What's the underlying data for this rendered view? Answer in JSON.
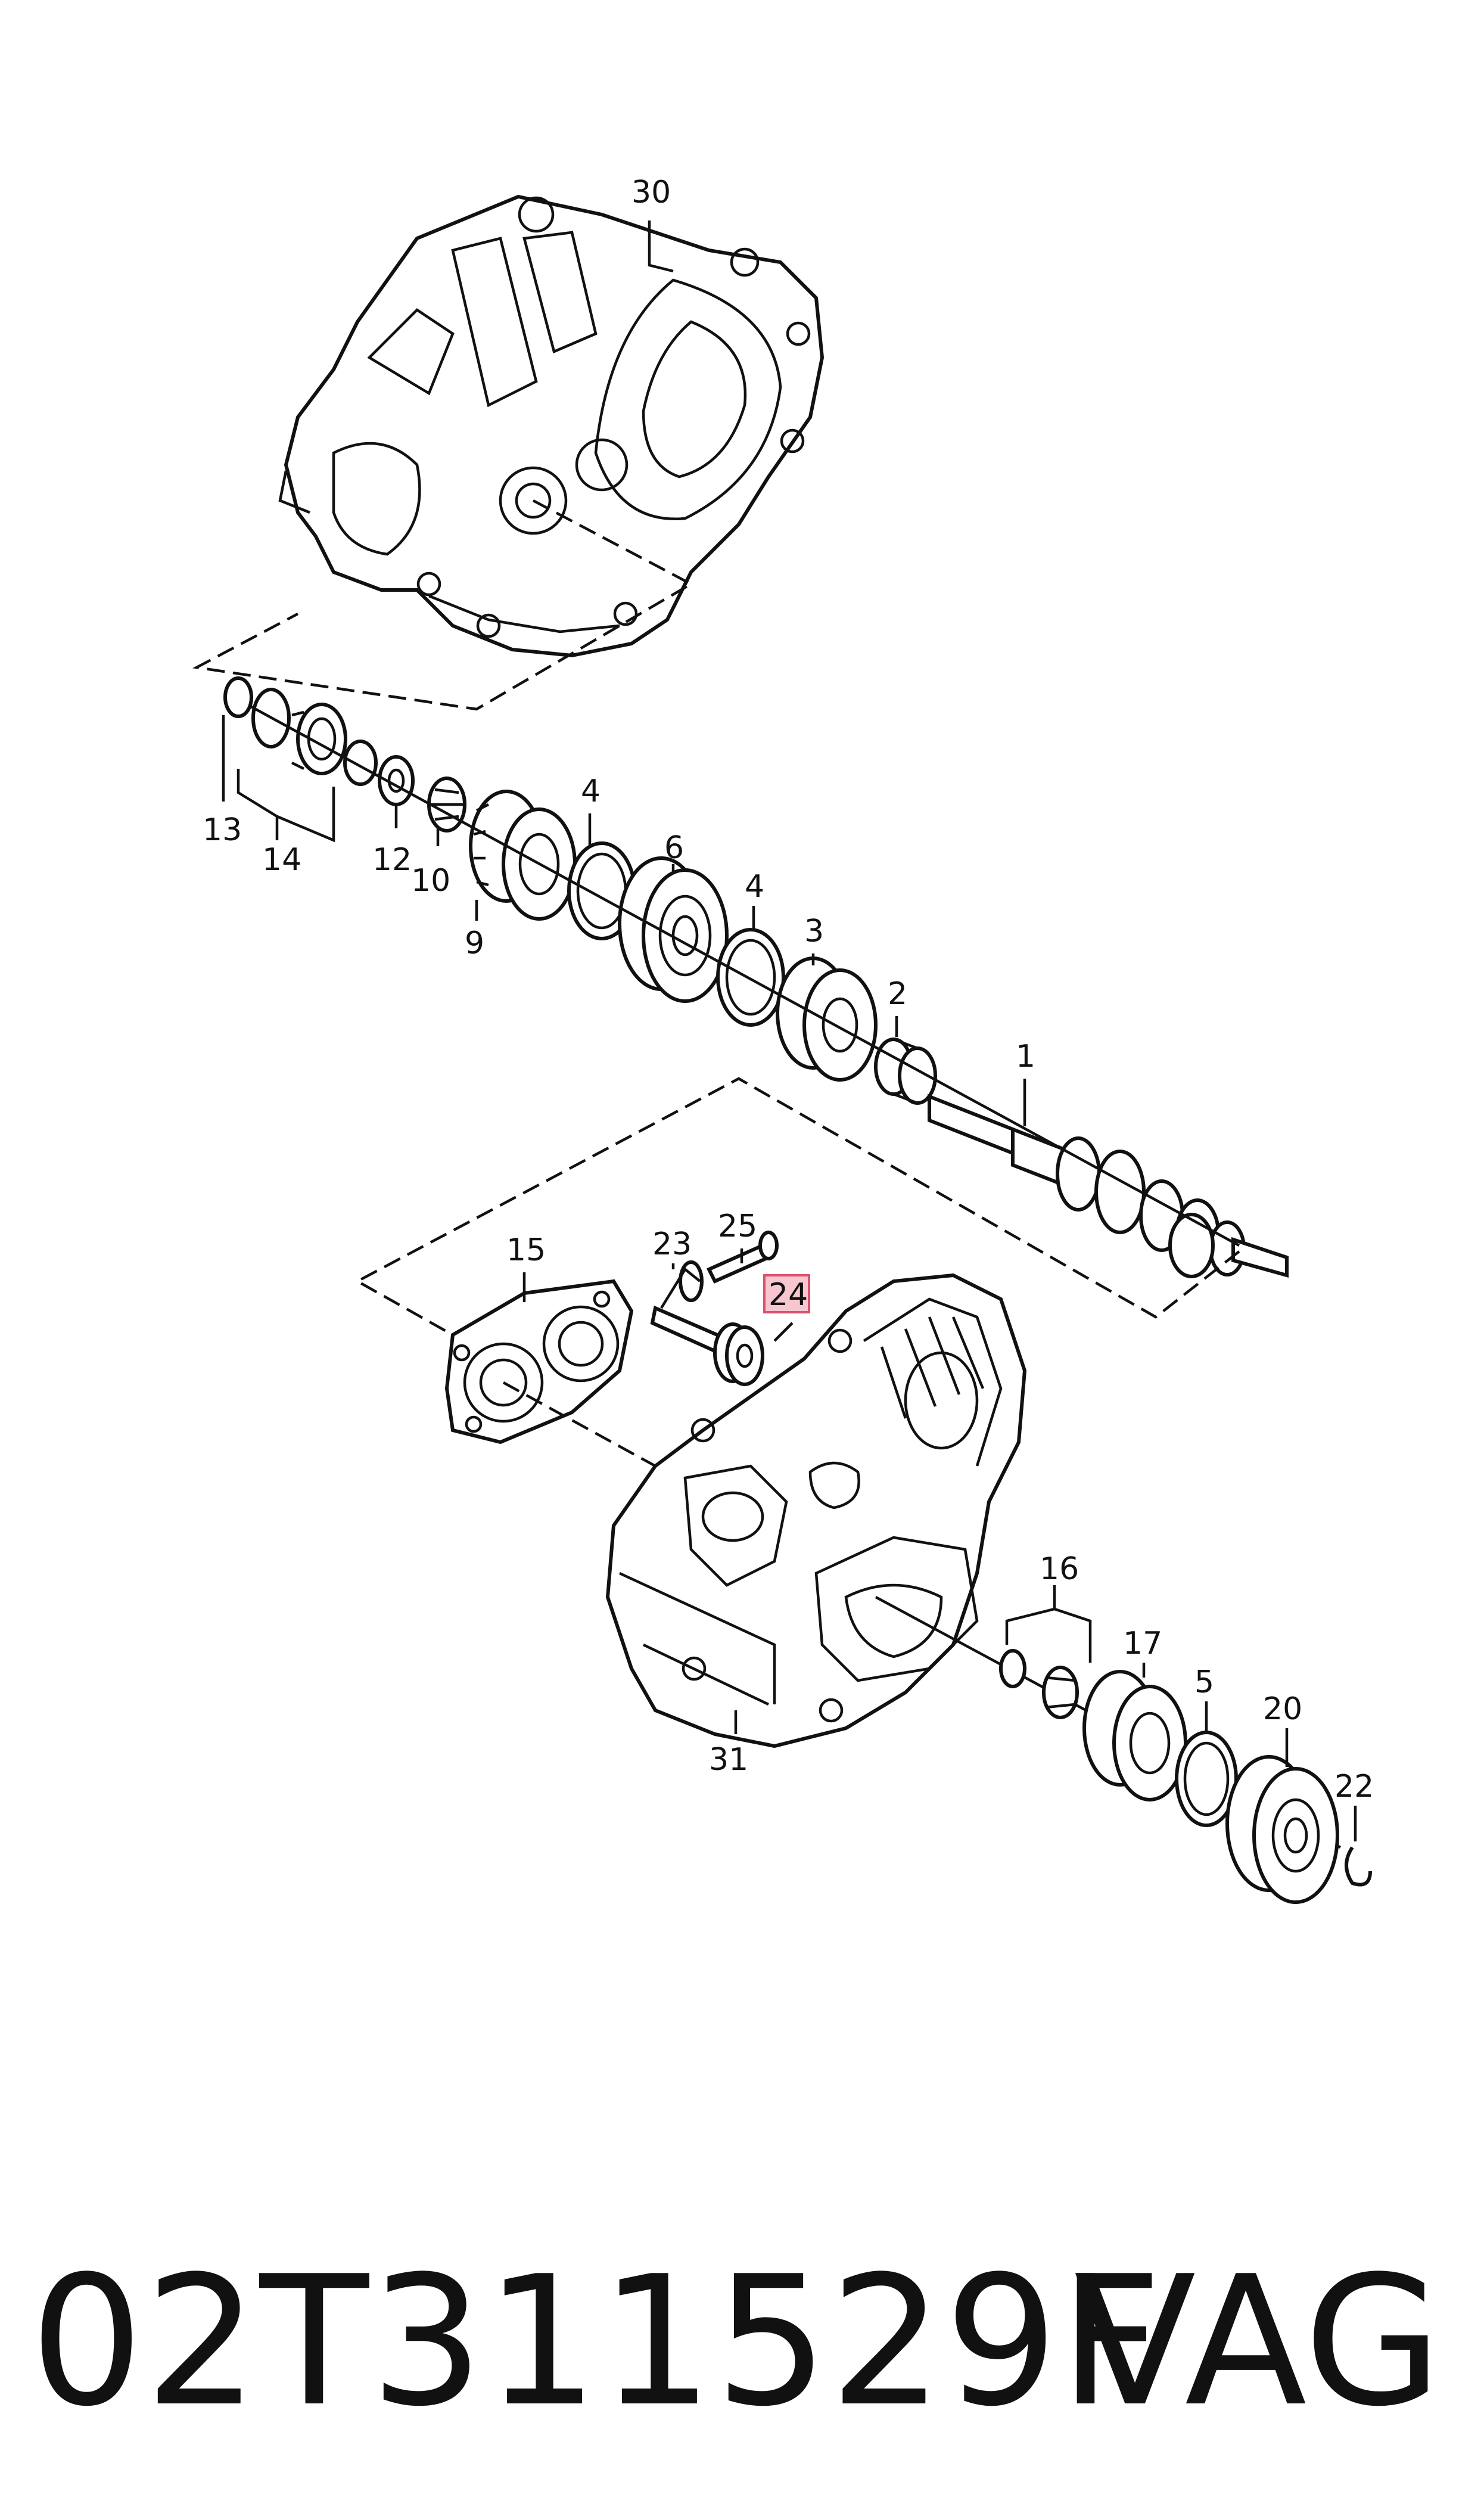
{
  "callouts": {
    "c30": "30",
    "c13": "13",
    "c14": "14",
    "c12": "12",
    "c10": "10",
    "c9": "9",
    "c4a": "4",
    "c6": "6",
    "c4b": "4",
    "c3": "3",
    "c2": "2",
    "c1": "1",
    "c15": "15",
    "c23": "23",
    "c25": "25",
    "c24": "24",
    "c16": "16",
    "c17": "17",
    "c5": "5",
    "c20": "20",
    "c22": "22",
    "c31": "31"
  },
  "highlighted_callout": "24",
  "highlight_color": "#f7c6cf",
  "footer": {
    "part_number": "02T311529F",
    "brand": "VAG"
  }
}
